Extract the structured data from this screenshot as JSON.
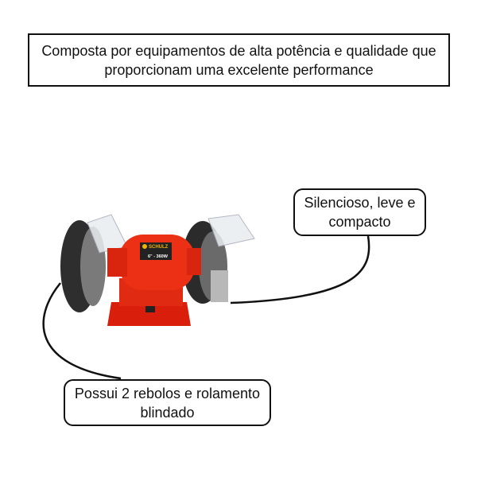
{
  "headline": "Composta por equipamentos de alta potência e qualidade que proporcionam uma excelente performance",
  "callouts": [
    {
      "text": "Silencioso, leve e compacto"
    },
    {
      "text": "Possui 2 rebolos e rolamento blindado"
    }
  ],
  "product": {
    "brand_logo_text": "SCHULZ",
    "label_text": "6\" - 360W",
    "body_color": "#e8260f"
  }
}
